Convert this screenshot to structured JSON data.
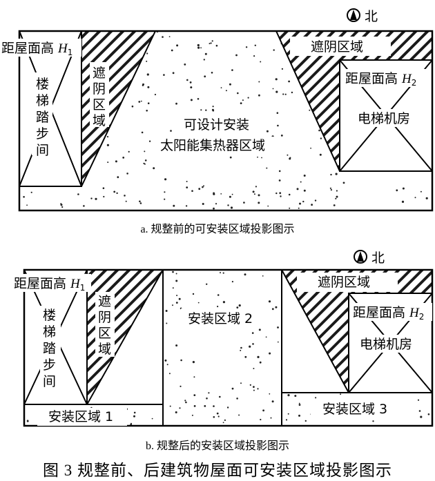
{
  "north": {
    "label": "北"
  },
  "figure_a": {
    "stair_label": "距屋面高 ",
    "stair_h": "H",
    "stair_sub": "1",
    "stair_room": [
      "楼",
      "梯",
      "踏",
      "步",
      "间"
    ],
    "shade_left": [
      "遮",
      "阴",
      "区",
      "域"
    ],
    "shade_top": "遮阴区域",
    "center_line1": "可设计安装",
    "center_line2": "太阳能集热器区域",
    "elevator_label": "距屋面高 ",
    "elevator_h": "H",
    "elevator_sub": "2",
    "elevator_room": "电梯机房",
    "caption": "a. 规整前的可安装区域投影图示"
  },
  "figure_b": {
    "stair_label": "距屋面高 ",
    "stair_h": "H",
    "stair_sub": "1",
    "stair_room": [
      "楼",
      "梯",
      "踏",
      "步",
      "间"
    ],
    "shade_left": [
      "遮",
      "阴",
      "区",
      "域"
    ],
    "shade_top": "遮阴区域",
    "zone1": "安装区域 1",
    "zone2": "安装区域 2",
    "zone3": "安装区域 3",
    "elevator_label": "距屋面高 ",
    "elevator_h": "H",
    "elevator_sub": "2",
    "elevator_room": "电梯机房",
    "caption": "b. 规整后的安装区域投影图示"
  },
  "figure_caption": "图 3  规整前、后建筑物屋面可安装区域投影图示"
}
